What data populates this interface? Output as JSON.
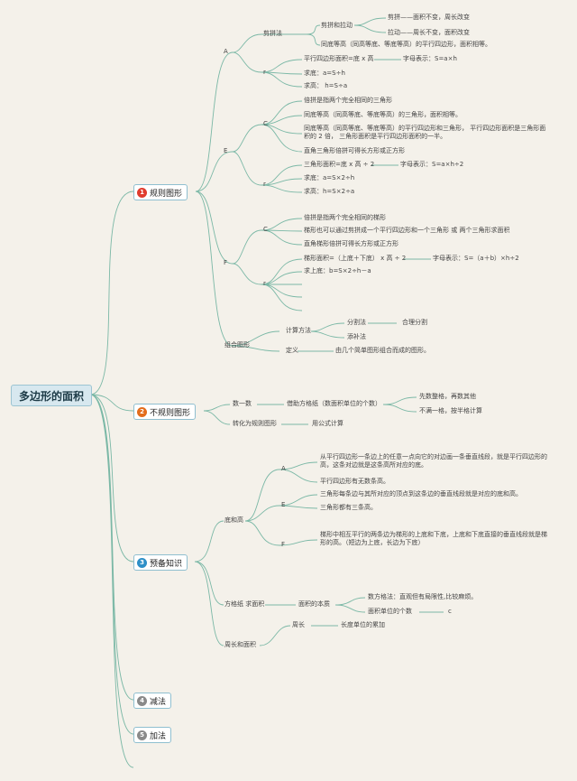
{
  "root": "多边形的面积",
  "b1": {
    "num": "1",
    "label": "规则图形",
    "color": "#e03c2e",
    "A": "A",
    "A_jp": "剪拼法",
    "A_jpld": "剪拼和拉动",
    "A_jp1": "剪拼——面积不变，周长改变",
    "A_ld": "拉动——周长不变，面积改变",
    "A_tdgd": "同底等高（同高等底、等底等高）的平行四边形，面积相等。",
    "A_r": "r",
    "A_f1": "平行四边形面积=底 x 高",
    "A_f1s": "字母表示：S=a×h",
    "A_f2": "求底：a=S÷h",
    "A_f3": "求高： h=S÷a",
    "E": "E",
    "E_C": "C",
    "E_c1": "倍拼是指两个完全相同的三角形",
    "E_c2": "同底等高（同高等底、等底等高）的三角形，面积相等。",
    "E_c3": "同底等高（同高等底、等底等高）的平行四边形和三角形， 平行四边形面积是三角形面积的 2 倍， 三角形面积是平行四边形面积的一半。",
    "E_c4": "直角三角形倍拼可得长方形或正方形",
    "E_r": "r",
    "E_f1": "三角形面积=底 x 高 ÷ 2",
    "E_f1s": "字母表示：S=a×h÷2",
    "E_f2": "求底：a=S×2÷h",
    "E_f3": "求高：h=S×2÷a",
    "F": "F",
    "F_C": "C",
    "F_c1": "倍拼是指两个完全相同的梯形",
    "F_c2": "梯形也可以通过剪拼成一个平行四边形和一个三角形 或 两个三角形求面积",
    "F_c3": "直角梯形倍拼可得长方形或正方形",
    "F_r": "r",
    "F_f1": "梯形面积=（上底＋下底） x 高 ÷ 2",
    "F_f1s": "字母表示：S=（a＋b）×h÷2",
    "F_f2": "求上底：b=S×2÷h－a",
    "G": "组合图形",
    "G_calc": "计算方法",
    "G_div": "分割法",
    "G_div2": "合理分割",
    "G_add": "添补法",
    "G_def": "定义",
    "G_def2": "由几个简单图形组合而成的图形。"
  },
  "b2": {
    "num": "2",
    "label": "不规则图形",
    "color": "#e36c1c",
    "count": "数一数",
    "grid": "借助方格纸（数面积单位的个数）",
    "g1": "先数整格，再数其他",
    "g2": "不满一格，按半格计算",
    "conv": "转化为规则图形",
    "conv2": "用公式计算"
  },
  "b3": {
    "num": "3",
    "label": "预备知识",
    "color": "#2d8fc7",
    "dg": "底和高",
    "A": "A",
    "A1": "从平行四边形一条边上的任意一点向它的对边画一条垂直线段，就是平行四边形的高，这条对边就是这条高所对应的底。",
    "A2": "平行四边形有无数条高。",
    "E": "E",
    "E1": "三角形每条边与其所对应的顶点到这条边的垂直线段就是对应的底和高。",
    "E2": "三角形都有三条高。",
    "F": "F",
    "F1": "梯形中相互平行的两条边为梯形的上底和下底，上底和下底直接的垂直线段就是梯形的高。（短边为上底，长边为下底）",
    "fg": "方格纸 求面积",
    "bz": "面积的本质",
    "bz1": "数方格法：直观但有局限性,比较麻烦。",
    "bz2": "面积单位的个数",
    "bz3": "c",
    "zc": "周长和面积",
    "zc1": "周长",
    "zc2": "长度单位的累加"
  },
  "b4": {
    "num": "4",
    "label": "减法",
    "color": "#888888"
  },
  "b5": {
    "num": "5",
    "label": "加法",
    "color": "#888888"
  }
}
